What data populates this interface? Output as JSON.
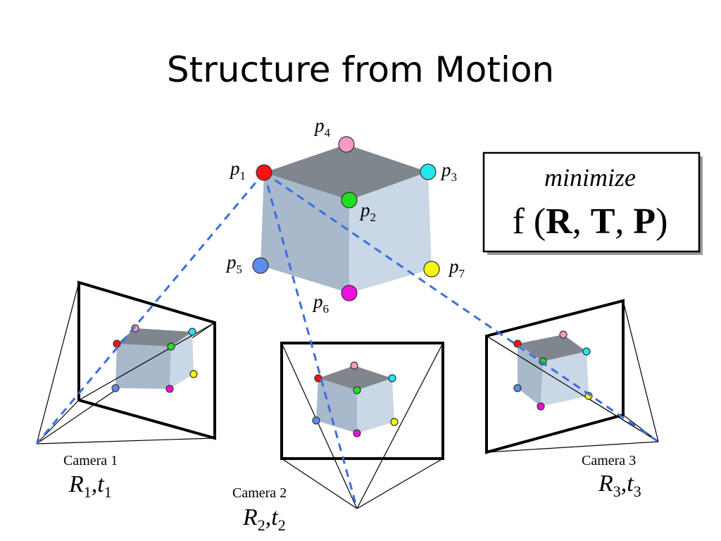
{
  "title": "Structure from Motion",
  "colors": {
    "p1": "#ff1111",
    "p2": "#22dd22",
    "p3": "#22e6ee",
    "p4": "#f59ac0",
    "p5": "#5b8def",
    "p6": "#ee11dd",
    "p7": "#f5f511",
    "ray": "#3a6fe0",
    "cube_top": "#7f868d",
    "cube_left": "#a9b9cc",
    "cube_right": "#c9d7e6"
  },
  "points": [
    {
      "id": "p1",
      "letter": "p",
      "sub": "1"
    },
    {
      "id": "p2",
      "letter": "p",
      "sub": "2"
    },
    {
      "id": "p3",
      "letter": "p",
      "sub": "3"
    },
    {
      "id": "p4",
      "letter": "p",
      "sub": "4"
    },
    {
      "id": "p5",
      "letter": "p",
      "sub": "5"
    },
    {
      "id": "p6",
      "letter": "p",
      "sub": "6"
    },
    {
      "id": "p7",
      "letter": "p",
      "sub": "7"
    }
  ],
  "objective": {
    "top": "minimize",
    "f": "f",
    "open": " (",
    "R": "R",
    "comma1": ", ",
    "T": "T",
    "comma2": ", ",
    "P": "P",
    "close": ")"
  },
  "cameras": [
    {
      "name": "Camera 1",
      "R": "R",
      "R_sub": "1",
      "comma": ",",
      "t": "t",
      "t_sub": "1"
    },
    {
      "name": "Camera 2",
      "R": "R",
      "R_sub": "2",
      "comma": ",",
      "t": "t",
      "t_sub": "2"
    },
    {
      "name": "Camera 3",
      "R": "R",
      "R_sub": "3",
      "comma": ",",
      "t": "t",
      "t_sub": "3"
    }
  ]
}
